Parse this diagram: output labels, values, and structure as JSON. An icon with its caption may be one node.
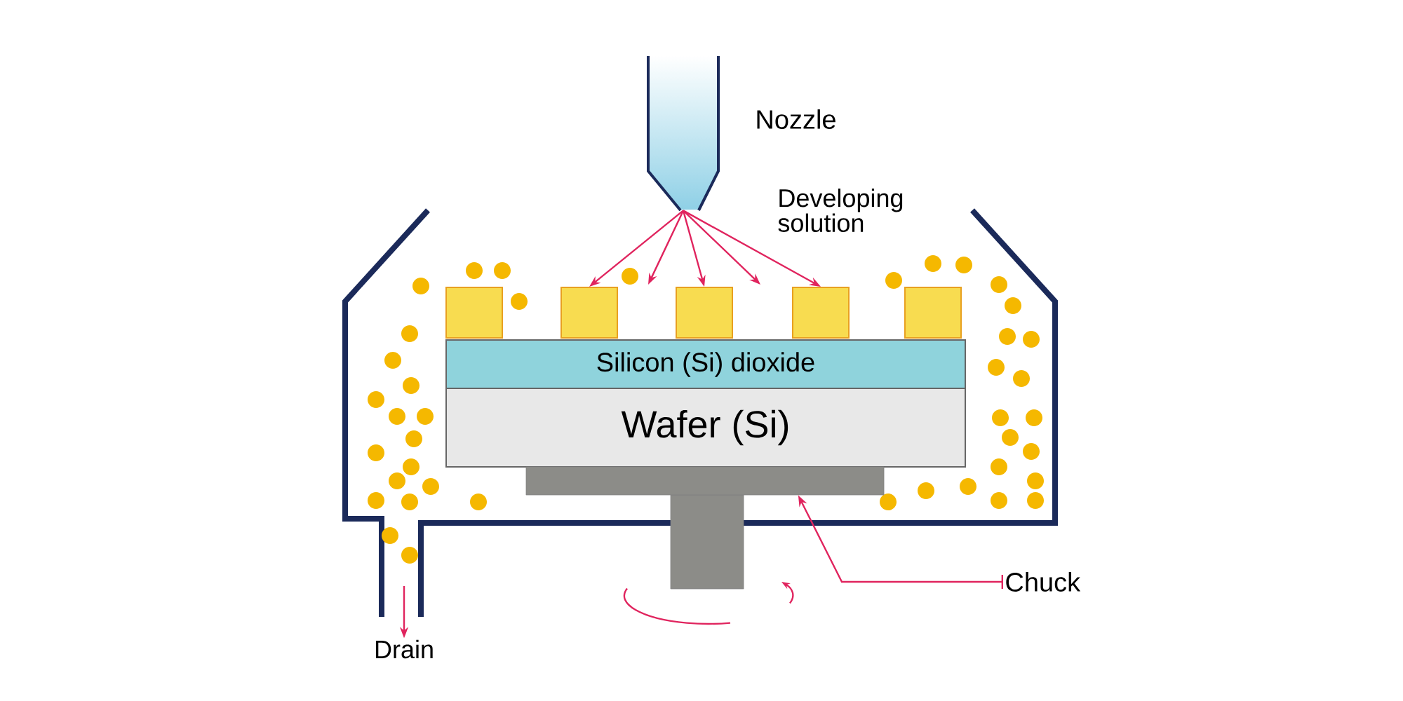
{
  "diagram": {
    "nodes": [
      {
        "text": [],
        "shape": "picture",
        "beside": [
          "Nozzle"
        ]
      },
      {
        "text": [],
        "shape": "box"
      },
      {
        "text": [],
        "shape": "box"
      },
      {
        "text": [],
        "shape": "box"
      },
      {
        "text": [],
        "shape": "box"
      },
      {
        "text": [],
        "shape": "box"
      },
      {
        "text": [
          "Silicon (Si) dioxide"
        ]
      },
      {
        "text": [
          "Wafer (Si)"
        ]
      },
      {
        "text": [],
        "shape": "picture"
      },
      {
        "text": [
          "Chuck"
        ]
      },
      {
        "text": [
          "Drain"
        ]
      }
    ],
    "edges": [
      {
        "from": 0,
        "to": 2,
        "arrow": "to"
      },
      {
        "from": 0,
        "to": null,
        "arrow": "to"
      },
      {
        "from": 0,
        "to": 3,
        "arrow": "to"
      },
      {
        "from": 0,
        "to": null,
        "arrow": "to"
      },
      {
        "from": 0,
        "to": 4,
        "arrow": "to"
      },
      {
        "from": 9,
        "to": 8,
        "arrow": "to"
      },
      {
        "from": null,
        "to": 10,
        "arrow": "to"
      }
    ],
    "labels": [
      "Developing solution"
    ]
  }
}
